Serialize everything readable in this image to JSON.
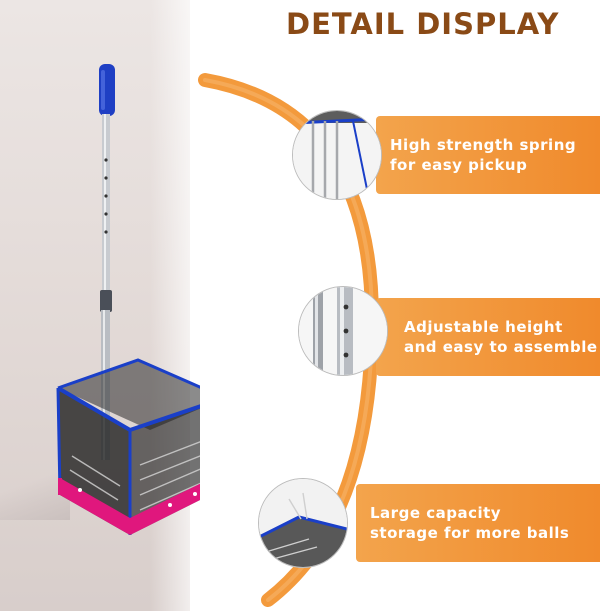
{
  "title": "DETAIL DISPLAY",
  "colors": {
    "title": "#8a4a16",
    "accent_orange": "#f08a2c",
    "handle_blue": "#1f3fc4",
    "net_trim_pink": "#e0177d",
    "net_trim_blue": "#1a3fc8",
    "background_wall": "#e4dcd9"
  },
  "product": {
    "image": "tennis ball pickup basket with telescopic pole"
  },
  "callouts": [
    {
      "line1": "High strength spring",
      "line2": "for easy pickup",
      "detail": "spring-wire-closeup"
    },
    {
      "line1": "Adjustable height",
      "line2": "and easy to assemble",
      "detail": "pole-holes-closeup"
    },
    {
      "line1": "Large capacity",
      "line2": "storage for more balls",
      "detail": "basket-net-closeup"
    }
  ]
}
